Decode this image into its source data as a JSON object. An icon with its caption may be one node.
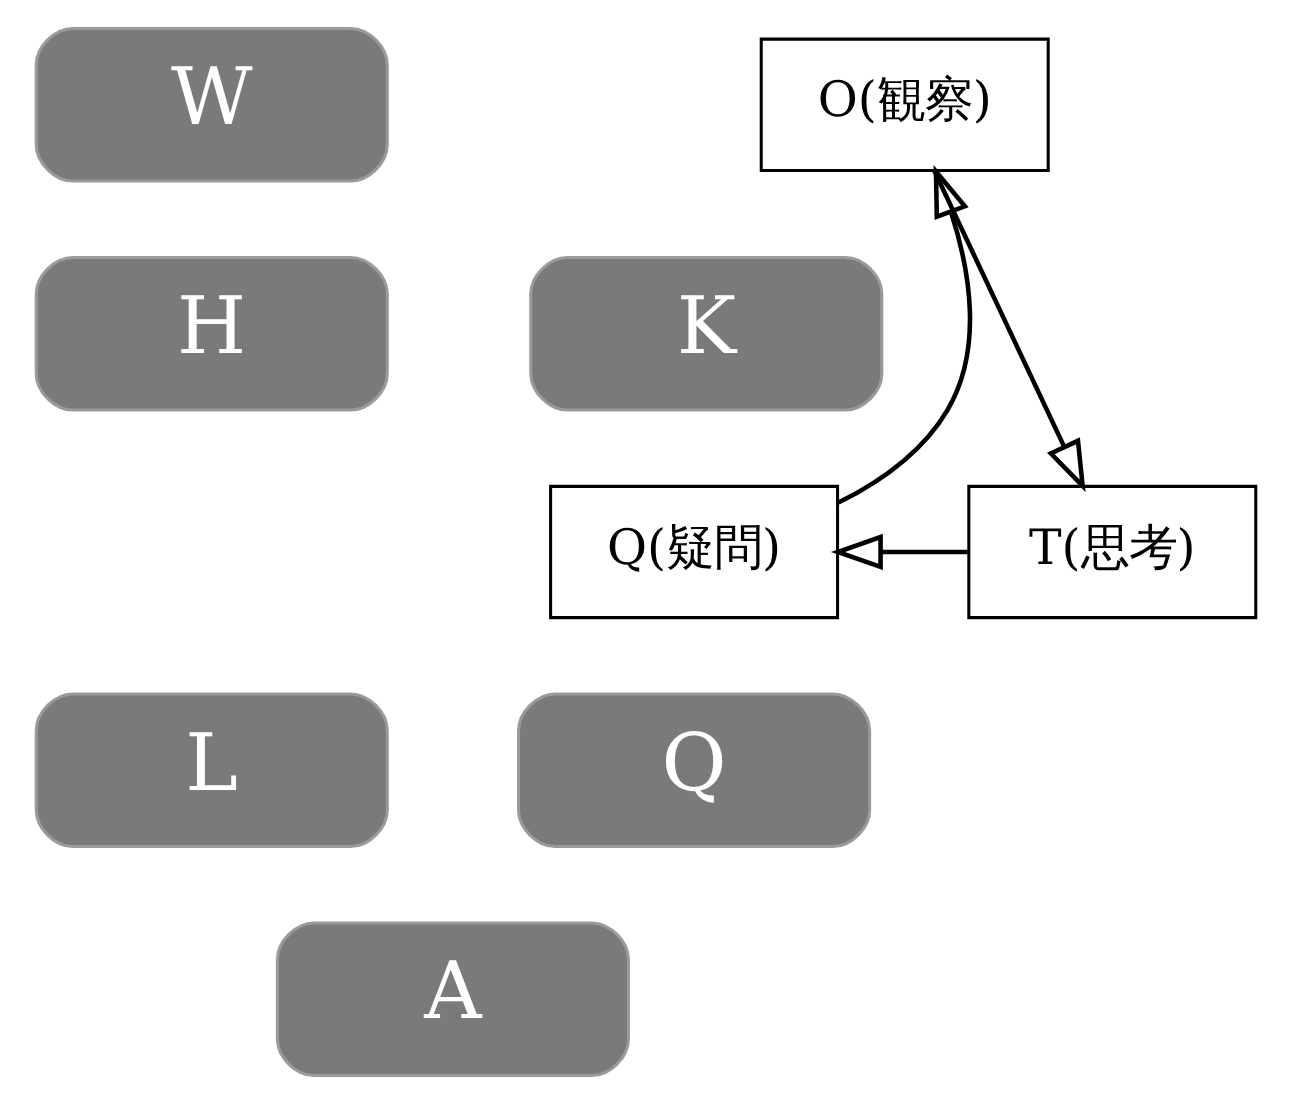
{
  "diagram": {
    "nodes": [
      {
        "text": [
          "W"
        ]
      },
      {
        "text": [
          "O(観察)"
        ]
      },
      {
        "text": [
          "K"
        ]
      },
      {
        "text": [
          "H"
        ]
      },
      {
        "text": [
          "Q(疑問)"
        ]
      },
      {
        "text": [
          "T(思考)"
        ]
      },
      {
        "text": [
          "Q"
        ]
      },
      {
        "text": [
          "L"
        ]
      },
      {
        "text": [
          "A"
        ]
      }
    ],
    "edges": [
      {
        "from": 1,
        "to": 5,
        "arrow": "to"
      },
      {
        "from": 5,
        "to": 4,
        "arrow": "to"
      },
      {
        "from": 4,
        "to": 1,
        "arrow": "to"
      }
    ]
  }
}
